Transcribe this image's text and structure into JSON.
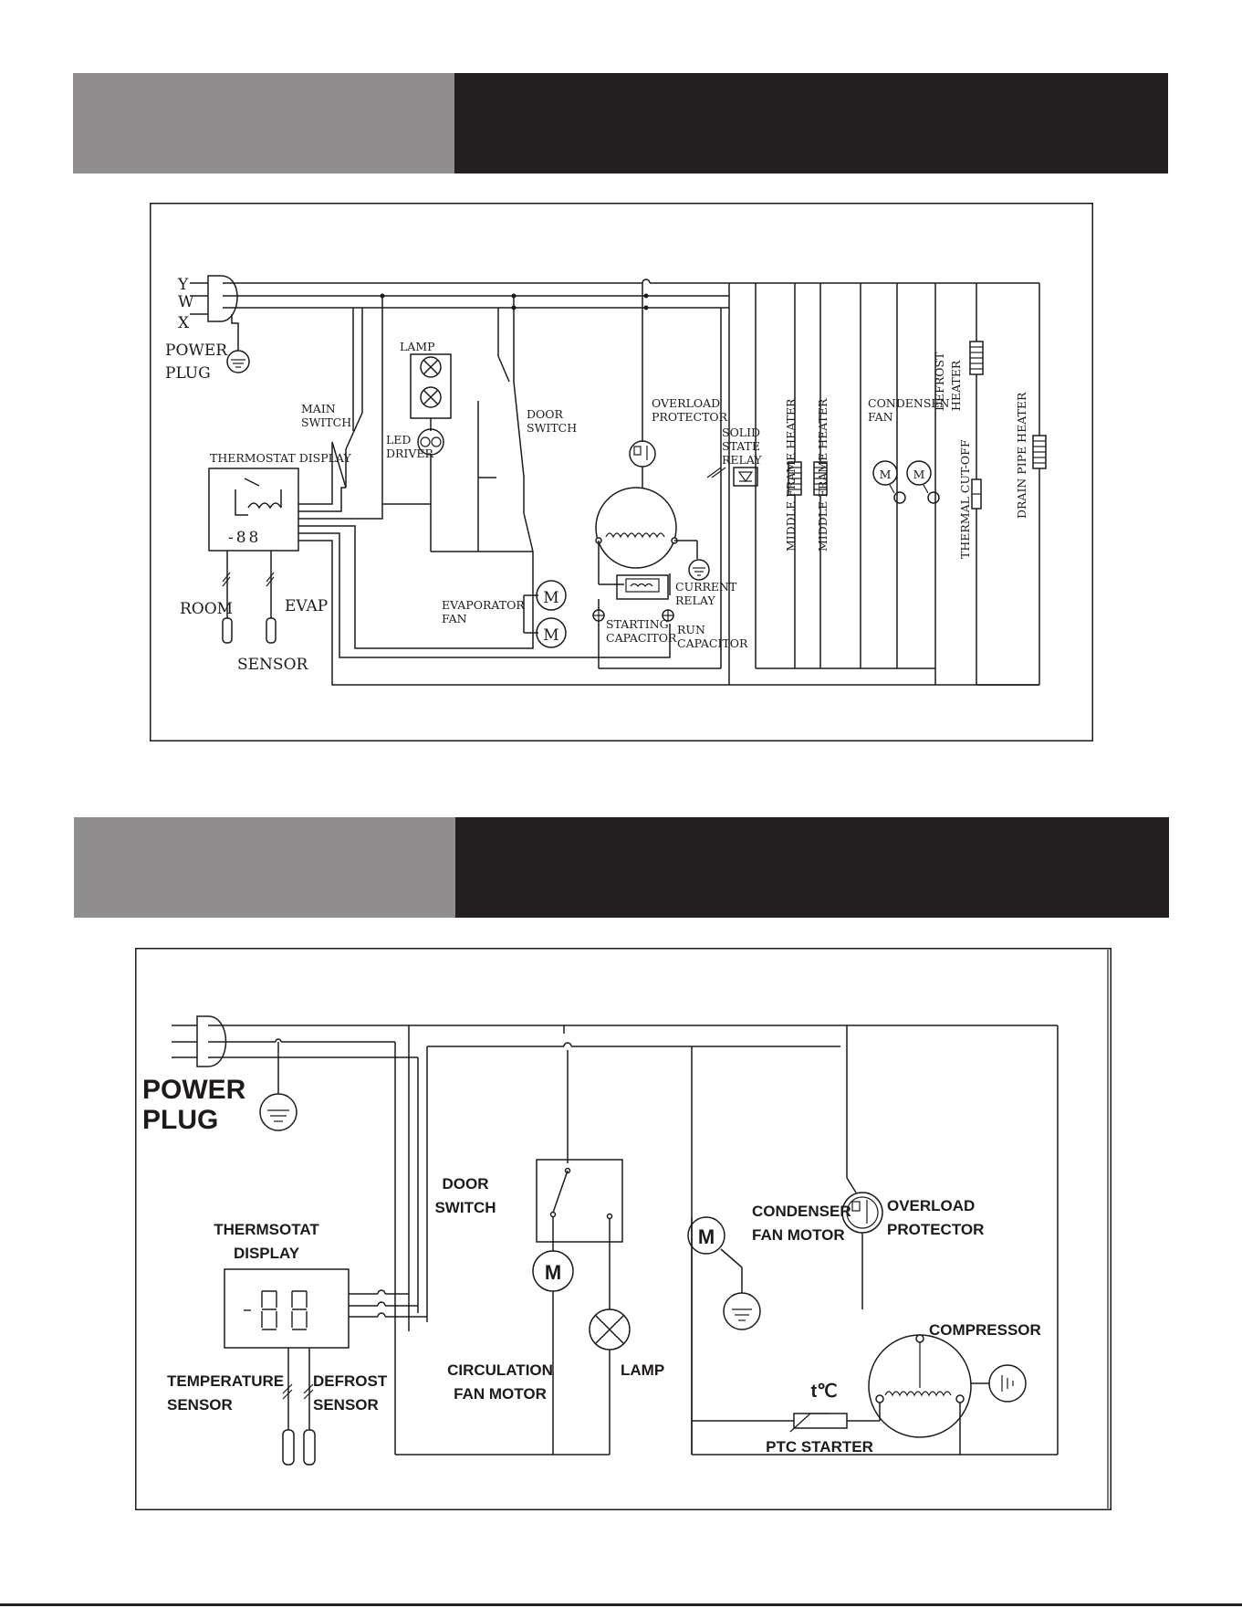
{
  "diagram1": {
    "labels": {
      "y": "Y",
      "w": "W",
      "x": "X",
      "power": "POWER",
      "plug": "PLUG",
      "lamp": "LAMP",
      "main": "MAIN",
      "switch": "SWITCH",
      "led": "LED",
      "driver": "DRIVER",
      "door": "DOOR",
      "door_switch": "SWITCH",
      "overload": "OVERLOAD",
      "protector": "PROTECTOR",
      "solid": "SOLID",
      "state": "STATE",
      "relay": "RELAY",
      "middle_frame_heater": "MIDDLE FRAME HEATER",
      "condensen": "CONDENSEN",
      "fan": "FAN",
      "defrost": "DEFROST",
      "heater": "HEATER",
      "thermal_cutoff": "THERMAL CUT-OFF",
      "drain_pipe_heater": "DRAIN PIPE HEATER",
      "thermostat_display": "THERMOSTAT DISPLAY",
      "display_digits": "-88",
      "room": "ROOM",
      "evap": "EVAP",
      "sensor": "SENSOR",
      "evaporator": "EVAPORATOR",
      "evap_fan": "FAN",
      "current": "CURRENT",
      "current_relay": "RELAY",
      "starting": "STARTING",
      "capacitor": "CAPACITOR",
      "run": "RUN",
      "run_capacitor": "CAPACITOR",
      "motor_m": "M"
    }
  },
  "diagram2": {
    "labels": {
      "power": "POWER",
      "plug": "PLUG",
      "thermostat": "THERMSOTAT",
      "display": "DISPLAY",
      "display_digits": "-88",
      "temperature": "TEMPERATURE",
      "temp_sensor": "SENSOR",
      "defrost": "DEFROST",
      "defrost_sensor": "SENSOR",
      "door": "DOOR",
      "door_switch": "SWITCH",
      "circulation": "CIRCULATION",
      "fan_motor": "FAN MOTOR",
      "lamp": "LAMP",
      "condenser": "CONDENSER",
      "condenser_fan_motor": "FAN MOTOR",
      "overload": "OVERLOAD",
      "protector": "PROTECTOR",
      "compressor": "COMPRESSOR",
      "tc": "t℃",
      "ptc_starter": "PTC STARTER",
      "motor_m": "M"
    }
  }
}
